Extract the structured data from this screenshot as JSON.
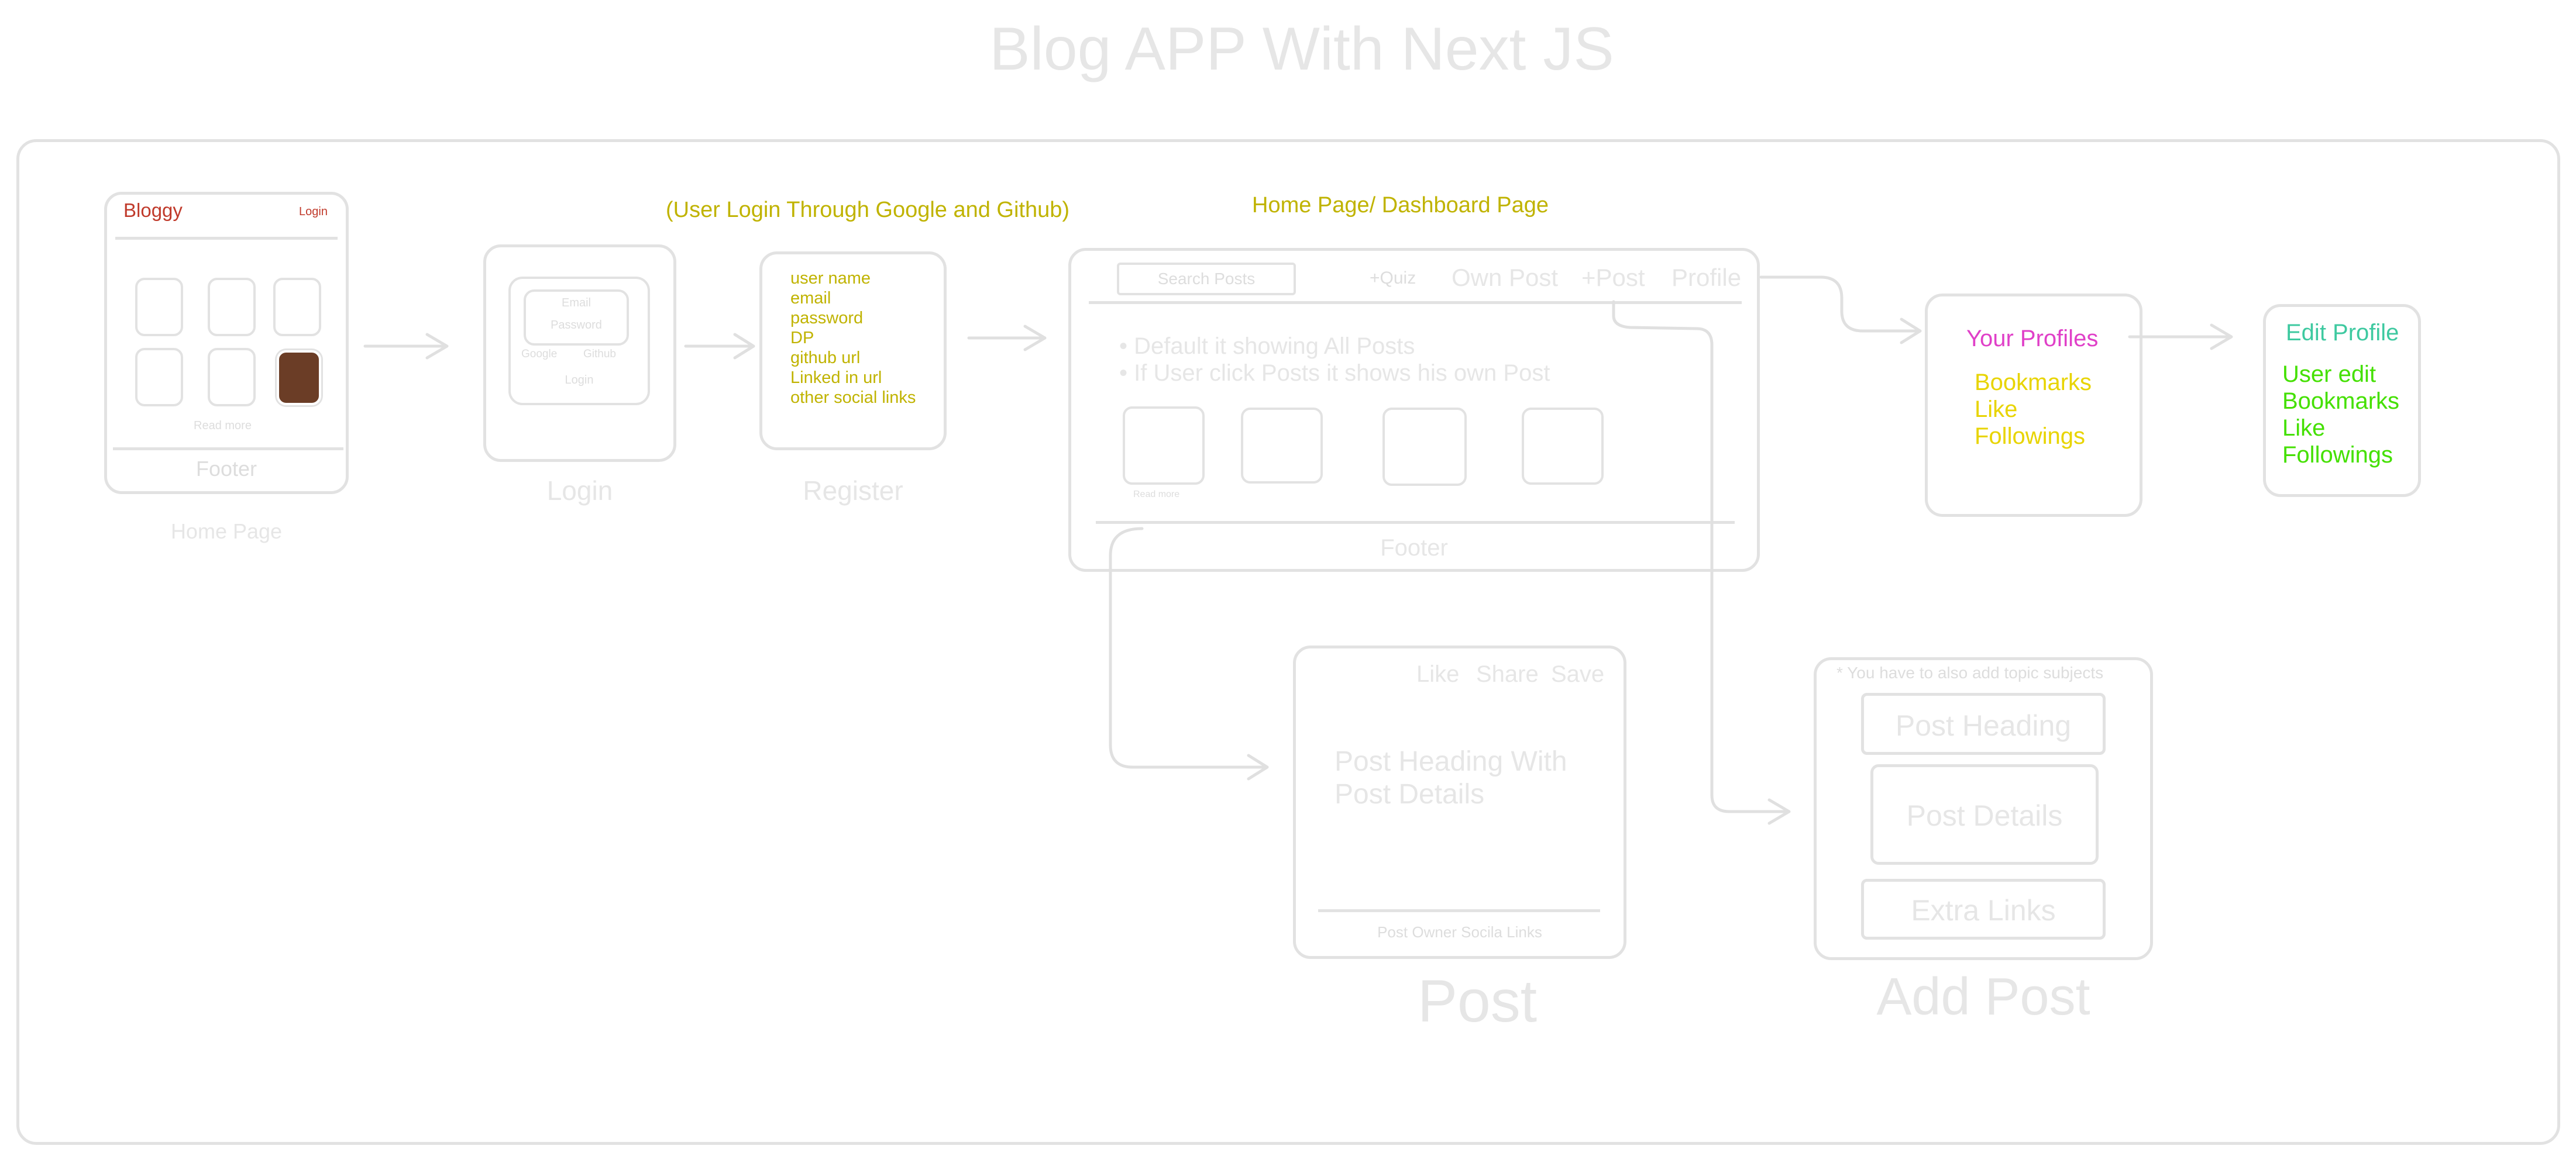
{
  "title": "Blog APP With Next JS",
  "home": {
    "brand": "Bloggy",
    "login": "Login",
    "read_more": "Read more",
    "footer": "Footer",
    "caption": "Home Page",
    "highlight_card_color": "#6b3d26"
  },
  "login": {
    "email": "Email",
    "password": "Password",
    "google": "Google",
    "github": "Github",
    "button": "Login",
    "caption": "Login"
  },
  "oauth_note": "(User Login Through Google and Github)",
  "register": {
    "fields": [
      "user name",
      "email",
      "password",
      "DP",
      "github url",
      "Linked in url",
      "other social links"
    ],
    "caption": "Register"
  },
  "dashboard": {
    "heading": "Home Page/ Dashboard Page",
    "search_placeholder": "Search Posts",
    "nav": {
      "quiz": "+Quiz",
      "own_post": "Own Post",
      "post": "+Post",
      "profile": "Profile"
    },
    "bullets": [
      "Default it showing All Posts",
      "If User click Posts it shows his own Post"
    ],
    "read_more": "Read more",
    "footer": "Footer"
  },
  "profiles": {
    "title": "Your Profiles",
    "items": [
      "Bookmarks",
      "Like",
      "Followings"
    ]
  },
  "edit_profile": {
    "title": "Edit Profile",
    "items": [
      "User edit",
      "Bookmarks",
      "Like",
      "Followings"
    ]
  },
  "post": {
    "actions": [
      "Like",
      "Share",
      "Save"
    ],
    "heading_line1": "Post Heading With",
    "heading_line2": "Post Details",
    "footer": "Post Owner Socila Links",
    "caption": "Post"
  },
  "add_post": {
    "note": "* You have to also add topic subjects",
    "fields": [
      "Post Heading",
      "Post Details",
      "Extra Links"
    ],
    "caption": "Add Post"
  },
  "colors": {
    "sketch": "#e2e2e2",
    "annotation": "#c0b300",
    "brand_red": "#c03a2b",
    "profile_title": "#e040c8",
    "profile_items": "#e8d400",
    "edit_title": "#3ec9a0",
    "edit_items": "#44e000"
  }
}
